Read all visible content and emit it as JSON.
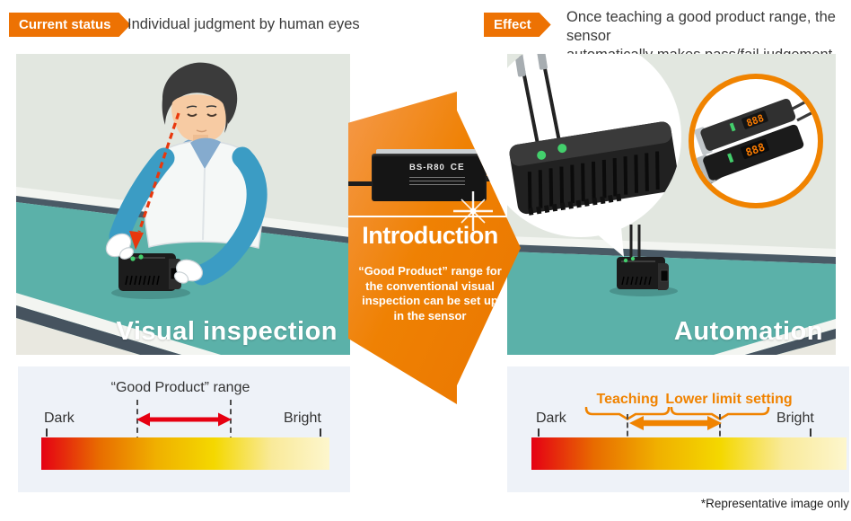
{
  "header": {
    "current_status": {
      "badge": "Current status",
      "text": "Individual judgment by human eyes"
    },
    "effect": {
      "badge": "Effect",
      "lines": [
        "Once teaching a good product range, the sensor",
        "automatically makes pass/fail judgement."
      ]
    }
  },
  "left_panel": {
    "caption": "Visual inspection"
  },
  "right_panel": {
    "caption": "Automation",
    "amp_display": "888"
  },
  "intro": {
    "title": "Introduction",
    "device_label": "BS-R80",
    "ce_mark": "CE",
    "lines": [
      "“Good Product” range for",
      "the conventional visual",
      "inspection can be set up",
      "in the sensor"
    ]
  },
  "left_scale": {
    "title": "“Good Product” range",
    "dark": "Dark",
    "bright": "Bright"
  },
  "right_scale": {
    "teaching": "Teaching",
    "lower_limit": "Lower limit setting",
    "dark": "Dark",
    "bright": "Bright"
  },
  "footnote": "*Representative image only",
  "colors": {
    "accent_orange": "#f08300",
    "badge_orange": "#ed7203",
    "alert_red": "#e60012",
    "conveyor_teal": "#5bb1a9",
    "scale_panel_bg": "#eef2f8"
  },
  "scale_gradient": [
    "#e50014",
    "#e86c00",
    "#f0b000",
    "#f4d800",
    "#f9ea9a",
    "#fdf6cd"
  ]
}
